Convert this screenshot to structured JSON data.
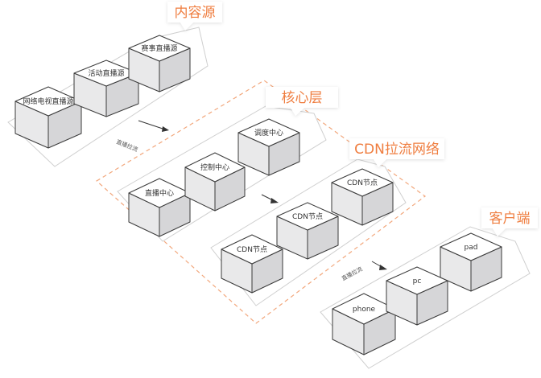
{
  "colors": {
    "accent": "#ef7d3f",
    "panel_stroke": "#cfcfcf",
    "box_top": "#ffffff",
    "box_left": "#e9e9ea",
    "box_right": "#d6d6d8",
    "box_stroke": "#3a3a3a",
    "dashed_border": "#f2a77c"
  },
  "layers": {
    "content_source": {
      "title": "内容源",
      "nodes": [
        "网络电视直播源",
        "活动直播源",
        "赛事直播源"
      ]
    },
    "core": {
      "title": "核心层",
      "nodes": [
        "直播中心",
        "控制中心",
        "调度中心"
      ]
    },
    "cdn": {
      "title": "CDN拉流网络",
      "nodes": [
        "CDN节点",
        "CDN节点",
        "CDN节点"
      ]
    },
    "client": {
      "title": "客户端",
      "nodes": [
        "phone",
        "pc",
        "pad"
      ]
    }
  },
  "arrows": {
    "source_to_core": "直播拉流",
    "core_to_cdn": "",
    "cdn_to_client": "直播拉流"
  }
}
